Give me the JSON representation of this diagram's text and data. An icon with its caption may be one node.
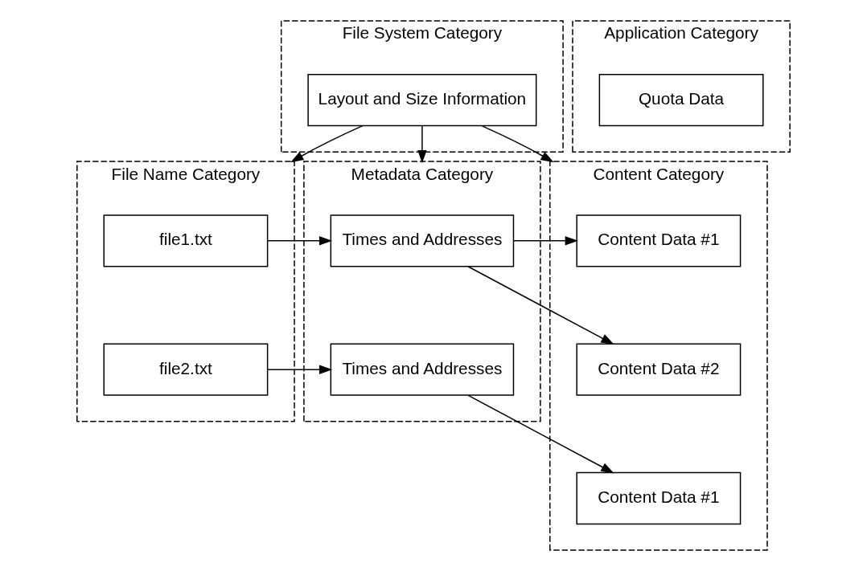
{
  "diagram": {
    "nodes": [
      {
        "text": [
          "File System Category"
        ]
      },
      {
        "text": [
          "Layout and Size Information"
        ],
        "in": 0
      },
      {
        "text": [
          "Application Category"
        ]
      },
      {
        "text": [
          "Quota Data"
        ],
        "in": 2
      },
      {
        "text": [
          "File Name Category"
        ]
      },
      {
        "text": [
          "file1.txt"
        ],
        "in": 4
      },
      {
        "text": [
          "file2.txt"
        ],
        "in": 4
      },
      {
        "text": [
          "Metadata Category"
        ]
      },
      {
        "text": [
          "Times and Addresses"
        ],
        "in": 7
      },
      {
        "text": [
          "Times and Addresses"
        ],
        "in": 7
      },
      {
        "text": [
          "Content Category"
        ]
      },
      {
        "text": [
          "Content Data #1"
        ],
        "in": 10
      },
      {
        "text": [
          "Content Data #2"
        ],
        "in": 10
      },
      {
        "text": [
          "Content Data #1"
        ],
        "in": 10
      }
    ],
    "edges": [
      {
        "from": 1,
        "to": 4,
        "arrow": "to"
      },
      {
        "from": 1,
        "to": 7,
        "arrow": "to"
      },
      {
        "from": 1,
        "to": 10,
        "arrow": "to"
      },
      {
        "from": 5,
        "to": 8,
        "arrow": "to"
      },
      {
        "from": 6,
        "to": 9,
        "arrow": "to"
      },
      {
        "from": 8,
        "to": 11,
        "arrow": "to"
      },
      {
        "from": 8,
        "to": 12,
        "arrow": "to"
      },
      {
        "from": 9,
        "to": 13,
        "arrow": "to"
      }
    ]
  }
}
